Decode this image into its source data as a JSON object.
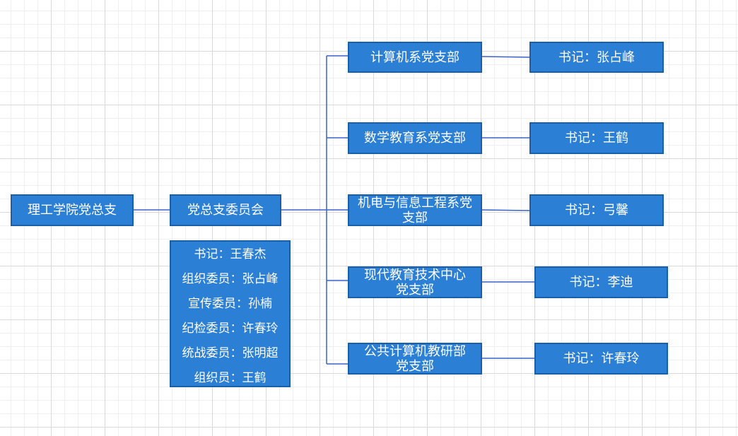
{
  "root": {
    "label": "理工学院党总支"
  },
  "committee": {
    "label": "党总支委员会",
    "members": [
      "书记：王春杰",
      "组织委员：张占峰",
      "宣传委员：孙楠",
      "纪检委员：许春玲",
      "统战委员：张明超",
      "组织员：王鹤"
    ]
  },
  "branches": [
    {
      "name": "计算机系党支部",
      "secretary": "书记：张占峰"
    },
    {
      "name": "数学教育系党支部",
      "secretary": "书记：王鹤"
    },
    {
      "name": "机电与信息工程系党支部",
      "secretary": "书记：弓馨"
    },
    {
      "name": "现代教育技术中心党支部",
      "secretary": "书记：李迪"
    },
    {
      "name": "公共计算机教研部党支部",
      "secretary": "书记：许春玲"
    }
  ],
  "colors": {
    "box_fill": "#2b7fd4",
    "box_border": "#1b5fa8",
    "connector": "#3a62c9"
  }
}
